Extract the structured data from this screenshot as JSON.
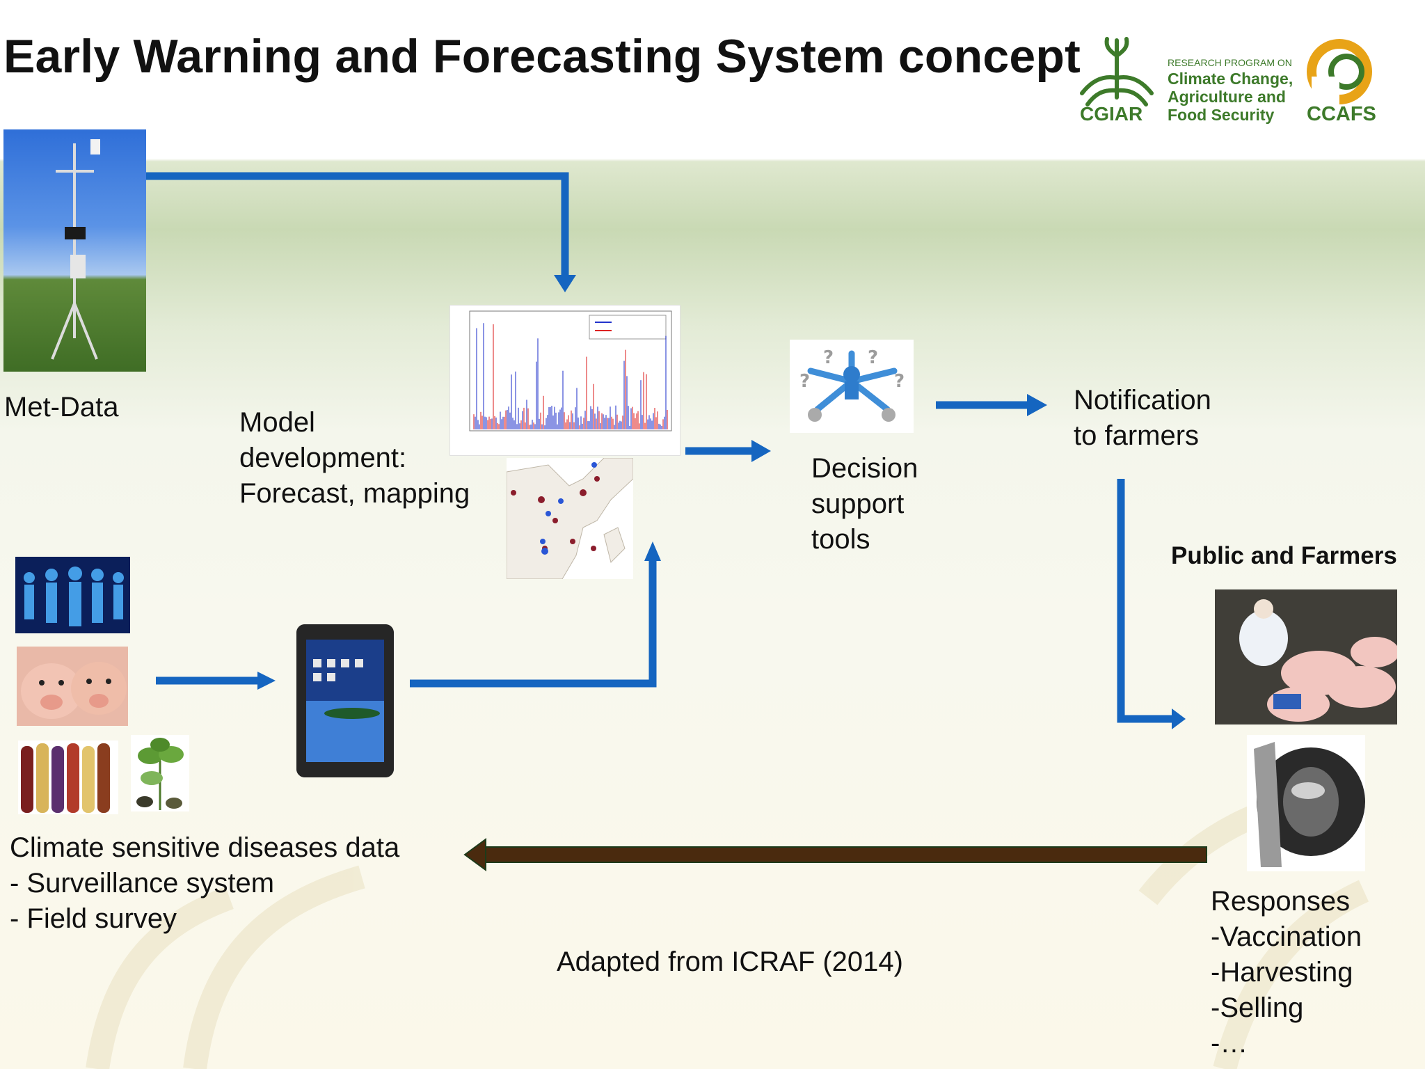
{
  "slide": {
    "title": "Early Warning and Forecasting System concept",
    "logos": {
      "cgiar": "CGIAR",
      "program_small": "RESEARCH PROGRAM ON",
      "program_line1": "Climate Change,",
      "program_line2": "Agriculture and",
      "program_line3": "Food Security",
      "ccafs": "CCAFS"
    },
    "nodes": {
      "met_data": "Met-Data",
      "model": [
        "Model",
        "development:",
        "Forecast, mapping"
      ],
      "decision": [
        "Decision",
        "support",
        "tools"
      ],
      "notification": [
        "Notification",
        "to farmers"
      ],
      "public_farmers": "Public and Farmers",
      "climate": [
        "Climate sensitive diseases data",
        "- Surveillance system",
        "- Field survey"
      ],
      "responses": [
        "Responses",
        "-Vaccination",
        "-Harvesting",
        "-Selling",
        "-…"
      ]
    },
    "credit": "Adapted from ICRAF (2014)",
    "colors": {
      "flow_arrow": "#1565c0",
      "feedback_arrow": "#4a2a0e",
      "title": "#111111",
      "logo_green": "#3d7a2a",
      "logo_orange": "#e8a317"
    },
    "icons": [
      "weather-station-photo",
      "time-series-chart",
      "asia-map",
      "decision-network-icon",
      "people-network-image",
      "pigs-image",
      "corn-image",
      "plant-image",
      "tablet-device",
      "vaccination-photo",
      "farmer-portrait"
    ]
  }
}
